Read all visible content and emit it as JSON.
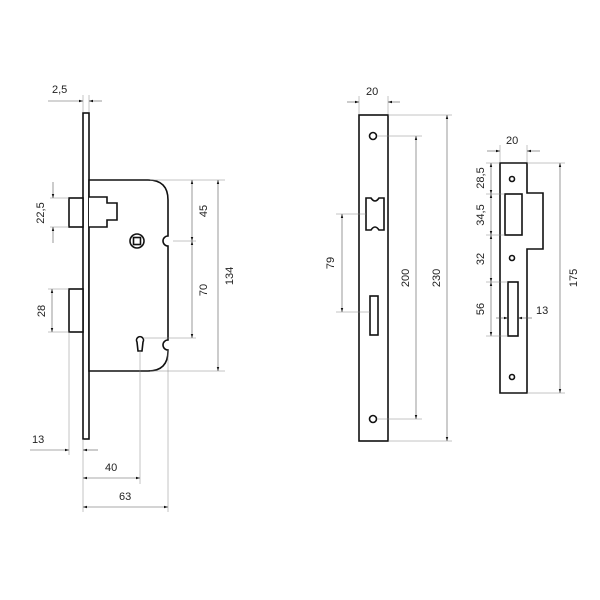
{
  "lock_body": {
    "d_faceplate_thickness": "2,5",
    "d_latch_height": "22,5",
    "d_deadbolt_height": "28",
    "d_top_to_spindle": "45",
    "d_spindle_to_key": "70",
    "d_case_height": "134",
    "d_bolt_projection": "13",
    "d_backset": "40",
    "d_case_depth": "63"
  },
  "faceplate": {
    "d_width": "20",
    "d_bolt_spacing": "79",
    "d_screw_spacing": "200",
    "d_length": "230"
  },
  "strike_plate": {
    "d_width": "20",
    "d_seg1": "28,5",
    "d_seg2": "34,5",
    "d_seg3": "32",
    "d_seg4": "56",
    "d_slot_width": "13",
    "d_length": "175"
  }
}
